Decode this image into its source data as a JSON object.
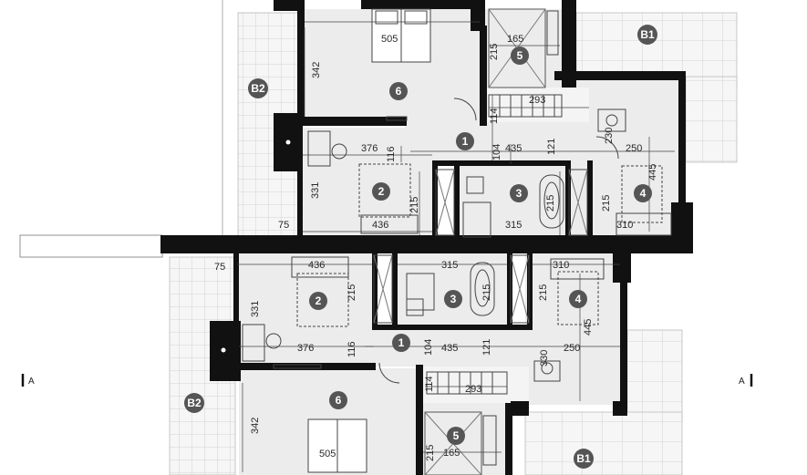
{
  "labels": {
    "b1": "B1",
    "b2": "B2",
    "section": "A"
  },
  "rooms": {
    "r1": "1",
    "r2": "2",
    "r3": "3",
    "r4": "4",
    "r5": "5",
    "r6": "6"
  },
  "dims_top": {
    "d505": "505",
    "d165": "165",
    "d342": "342",
    "d215a": "215",
    "d293": "293",
    "d114": "114",
    "d116": "116",
    "d104": "104",
    "d435": "435",
    "d121": "121",
    "d230": "230",
    "d376": "376",
    "d250": "250",
    "d331": "331",
    "d445": "445",
    "d215b": "215",
    "d215c": "215",
    "d215d": "215",
    "d75": "75",
    "d436": "436",
    "d315": "315",
    "d310": "310"
  },
  "dims_bottom": {
    "d75": "75",
    "d436": "436",
    "d315": "315",
    "d310": "310",
    "d331": "331",
    "d215a": "215",
    "d215b": "215",
    "d215c": "215",
    "d445": "445",
    "d376": "376",
    "d116": "116",
    "d104": "104",
    "d435": "435",
    "d121": "121",
    "d330": "330",
    "d250": "250",
    "d114": "114",
    "d293": "293",
    "d342": "342",
    "d215d": "215",
    "d165": "165",
    "d505": "505"
  },
  "colors": {
    "wall": "#111111",
    "room_fill": "#ececec",
    "terrace_fill": "#f4f4f4",
    "terrace_grid": "#c8c8c8",
    "badge": "#555555",
    "line": "#333333"
  }
}
